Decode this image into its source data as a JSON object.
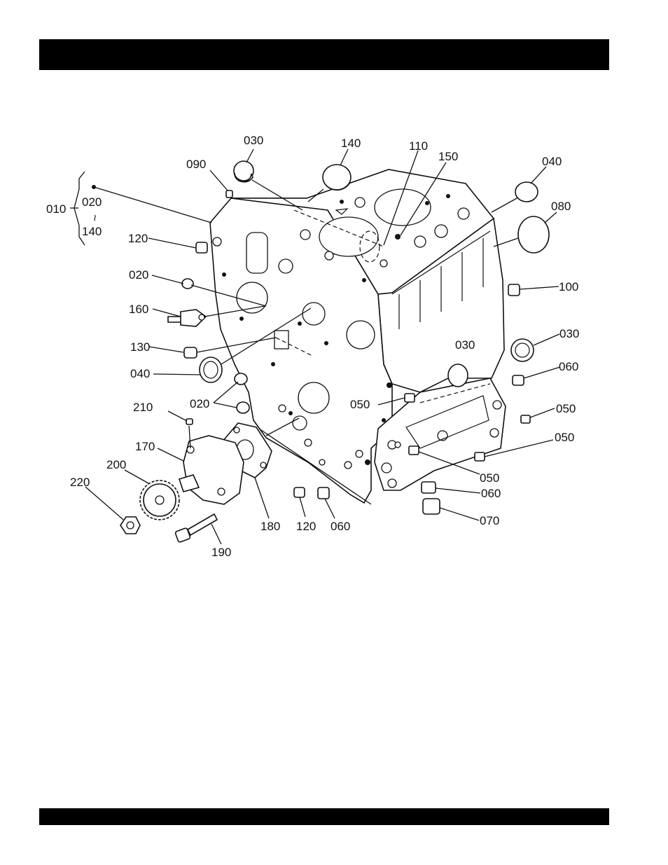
{
  "parts": {
    "p010": "010",
    "p020_range_start": "020",
    "p020_range_sep": "~",
    "p140_range_end": "140",
    "p030_top": "030",
    "p140_top": "140",
    "p110": "110",
    "p150": "150",
    "p040_right": "040",
    "p080": "080",
    "p090": "090",
    "p120_left": "120",
    "p020_left": "020",
    "p160": "160",
    "p100": "100",
    "p030_right": "030",
    "p130": "130",
    "p030_mid": "030",
    "p040_left": "040",
    "p060_right": "060",
    "p020_lower": "020",
    "p050_mid": "050",
    "p050_right_a": "050",
    "p210": "210",
    "p050_right_b": "050",
    "p170": "170",
    "p050_lower": "050",
    "p200": "200",
    "p060_lower": "060",
    "p220": "220",
    "p120_bottom": "120",
    "p060_bottom": "060",
    "p180": "180",
    "p070": "070",
    "p190": "190"
  }
}
